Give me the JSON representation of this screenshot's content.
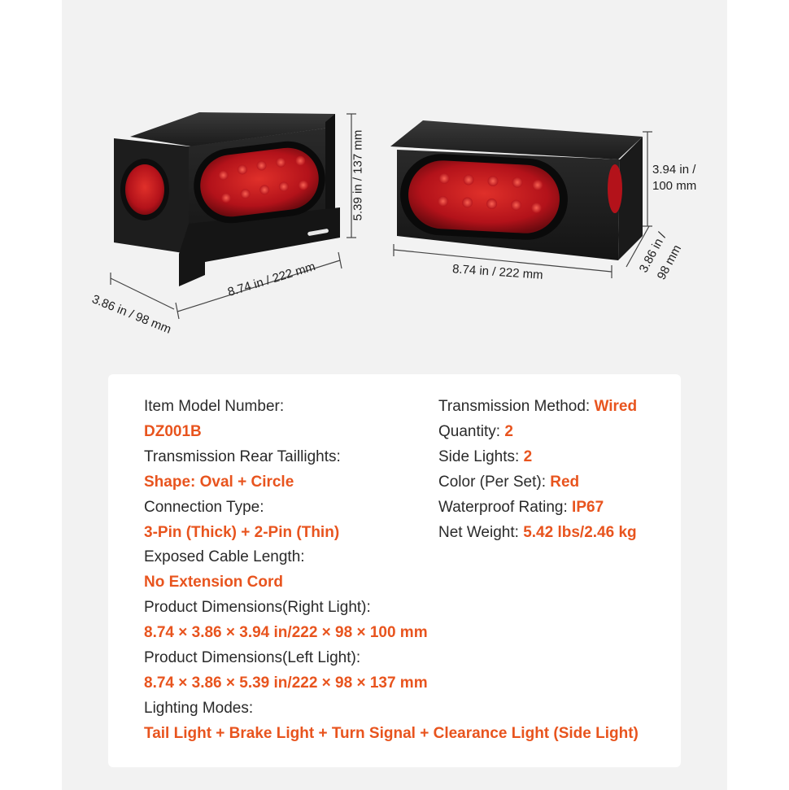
{
  "colors": {
    "accent": "#e8541e",
    "text": "#2a2a2a",
    "panel": "#f2f2f2",
    "card": "#ffffff"
  },
  "dimensions": {
    "left_height": "5.39 in / 137 mm",
    "left_length": "8.74 in / 222 mm",
    "left_depth": "3.86 in / 98 mm",
    "right_height_line1": "3.94 in /",
    "right_height_line2": "100 mm",
    "right_length": "8.74 in / 222 mm",
    "right_depth_line1": "3.86 in /",
    "right_depth_line2": "98 mm"
  },
  "specs": {
    "left": [
      {
        "kind": "label",
        "text": "Item Model Number:"
      },
      {
        "kind": "value",
        "text": "DZ001B"
      },
      {
        "kind": "label",
        "text": "Transmission Rear Taillights:"
      },
      {
        "kind": "value",
        "text": "Shape: Oval + Circle"
      },
      {
        "kind": "label",
        "text": "Connection Type:"
      },
      {
        "kind": "value",
        "text": "3-Pin (Thick) + 2-Pin (Thin)"
      },
      {
        "kind": "label",
        "text": "Exposed Cable Length:"
      },
      {
        "kind": "value",
        "text": "No Extension Cord"
      },
      {
        "kind": "label",
        "text": "Product Dimensions(Right Light):"
      },
      {
        "kind": "value",
        "text": "8.74 × 3.86 × 3.94 in/222 × 98 × 100 mm"
      },
      {
        "kind": "label",
        "text": "Product Dimensions(Left Light):"
      },
      {
        "kind": "value",
        "text": "8.74 × 3.86 × 5.39 in/222 × 98 × 137 mm"
      },
      {
        "kind": "label",
        "text": "Lighting Modes:"
      },
      {
        "kind": "value",
        "text": "Tail Light + Brake Light + Turn Signal + Clearance Light (Side Light)"
      }
    ],
    "right": [
      {
        "label": "Transmission Method: ",
        "value": "Wired"
      },
      {
        "label": "Quantity: ",
        "value": "2"
      },
      {
        "label": "Side Lights: ",
        "value": "2"
      },
      {
        "label": "Color (Per Set): ",
        "value": "Red"
      },
      {
        "label": "Waterproof Rating: ",
        "value": "IP67"
      },
      {
        "label": "Net Weight: ",
        "value": "5.42 lbs/2.46 kg"
      }
    ]
  }
}
